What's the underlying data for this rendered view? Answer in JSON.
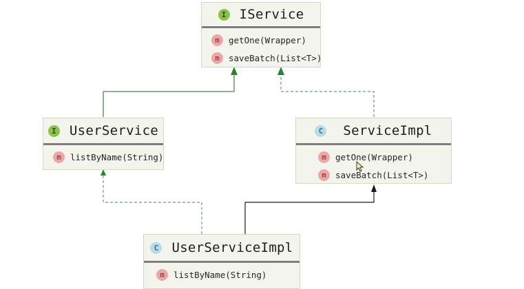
{
  "nodes": {
    "iservice": {
      "kind_glyph": "I",
      "kind_icon": "interface-icon",
      "name": "IService",
      "methods": [
        "getOne(Wrapper)",
        "saveBatch(List<T>)"
      ]
    },
    "userservice": {
      "kind_glyph": "I",
      "kind_icon": "interface-icon",
      "name": "UserService",
      "methods": [
        "listByName(String)"
      ]
    },
    "serviceimpl": {
      "kind_glyph": "C",
      "kind_icon": "class-icon",
      "name": "ServiceImpl",
      "methods": [
        "getOne(Wrapper)",
        "saveBatch(List<T>)"
      ]
    },
    "userserviceimpl": {
      "kind_glyph": "C",
      "kind_icon": "class-icon",
      "name": "UserServiceImpl",
      "methods": [
        "listByName(String)"
      ]
    }
  },
  "method_glyph": "m",
  "edges": [
    {
      "from": "userservice",
      "to": "iservice",
      "type": "extends",
      "color": "#2e7d32"
    },
    {
      "from": "serviceimpl",
      "to": "iservice",
      "type": "implements",
      "color": "#2e7d32"
    },
    {
      "from": "userserviceimpl",
      "to": "userservice",
      "type": "implements",
      "color": "#2e7d32"
    },
    {
      "from": "userserviceimpl",
      "to": "serviceimpl",
      "type": "extends",
      "color": "#1a1a1a"
    }
  ],
  "colors": {
    "box_bg": "#f3f5ec",
    "interface_icon": "#8bc34a",
    "class_icon": "#b9dbe7",
    "method_icon": "#eba7a7"
  }
}
